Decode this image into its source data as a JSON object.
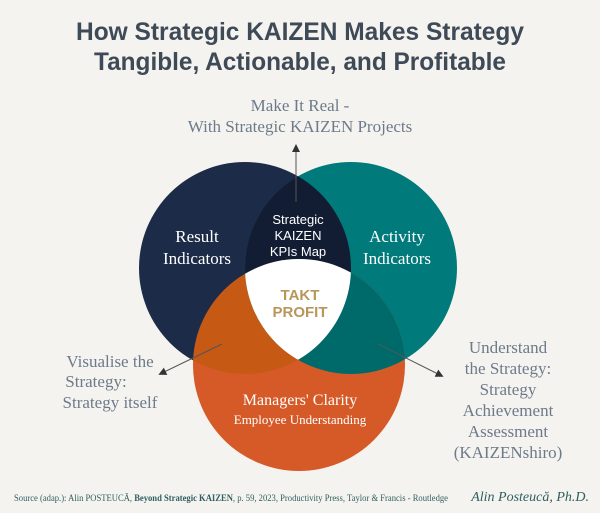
{
  "title": {
    "line1": "How Strategic KAIZEN Makes Strategy",
    "line2": "Tangible, Actionable, and Profitable"
  },
  "top_label": {
    "line1": "Make It Real -",
    "line2": "With Strategic KAIZEN Projects"
  },
  "left_label": {
    "line1": "Visualise the",
    "line2": "Strategy:",
    "line3": "Strategy itself"
  },
  "right_label": {
    "line1": "Understand",
    "line2": "the Strategy:",
    "line3": "Strategy",
    "line4": "Achievement",
    "line5": "Assessment",
    "line6": "(KAIZENshiro)"
  },
  "circles": {
    "result": {
      "line1": "Result",
      "line2": "Indicators",
      "color": "#1c2b48"
    },
    "activity": {
      "line1": "Activity",
      "line2": "Indicators",
      "color": "#007a7a"
    },
    "managers": {
      "line1": "Managers' Clarity",
      "line2": "Employee Understanding",
      "color": "#d65a27"
    }
  },
  "overlaps": {
    "kpis_map": {
      "line1": "Strategic",
      "line2": "KAIZEN",
      "line3": "KPIs Map",
      "color": "#121d33"
    },
    "center": {
      "line1": "TAKT",
      "line2": "PROFIT",
      "color": "#b8965a"
    },
    "result_managers_color": "#c65a15",
    "activity_managers_color": "#006a6a"
  },
  "footer": {
    "source_prefix": "Source (adap.): Alin POSTEUCĂ, ",
    "source_book": "Beyond Strategic KAIZEN",
    "source_suffix": ", p. 59, 2023, Productivity Press, Taylor &  Francis - Routledge",
    "signature": "Alin Posteucă, Ph.D."
  }
}
